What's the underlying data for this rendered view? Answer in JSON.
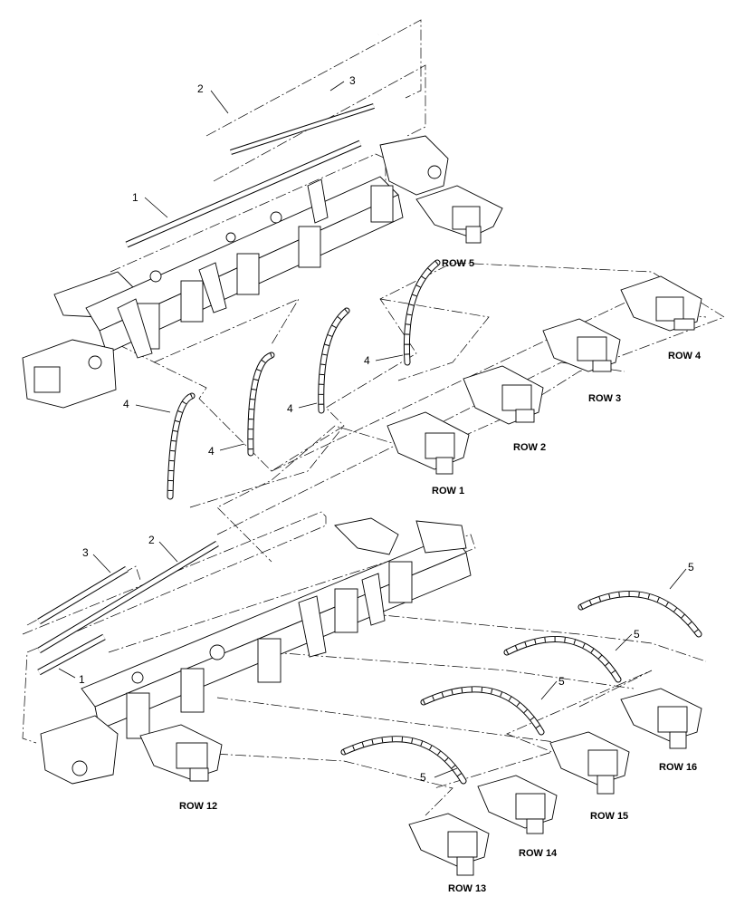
{
  "callouts": {
    "upper": [
      "2",
      "3",
      "1",
      "4",
      "4",
      "4",
      "4"
    ],
    "lower": [
      "3",
      "2",
      "1",
      "5",
      "5",
      "5",
      "5"
    ]
  },
  "row_labels": {
    "upper": [
      "ROW 5",
      "ROW 4",
      "ROW 3",
      "ROW 2",
      "ROW 1"
    ],
    "lower": [
      "ROW 12",
      "ROW 16",
      "ROW 15",
      "ROW 14",
      "ROW 13"
    ]
  }
}
